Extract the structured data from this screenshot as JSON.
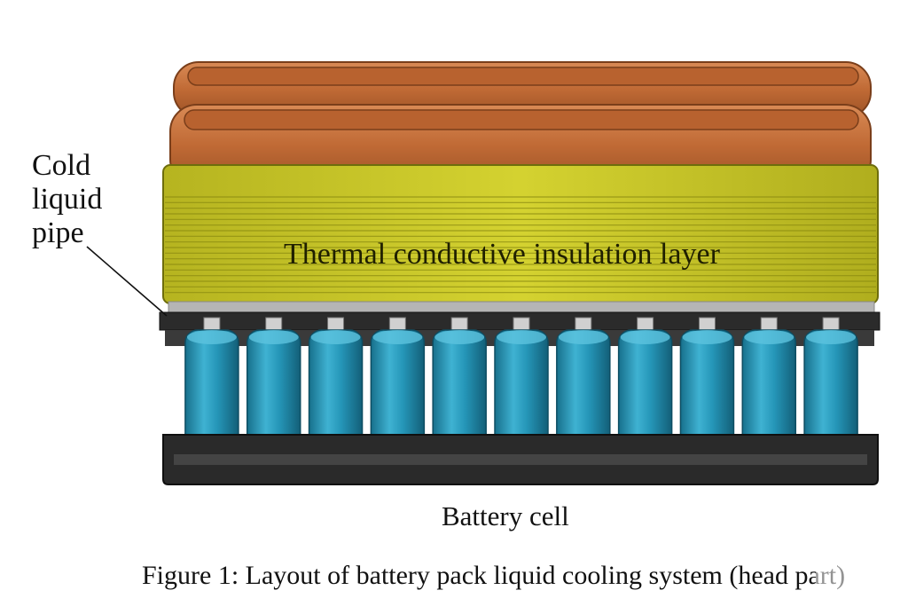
{
  "labels": {
    "cold_liquid_pipe": [
      "Cold",
      "liquid",
      "pipe"
    ],
    "insulation_layer": "Thermal conductive insulation layer",
    "battery_cell": "Battery cell"
  },
  "caption": "Figure 1: Layout of battery pack liquid cooling system (head part)",
  "battery_count": 11,
  "insulation_stripe_count": 18,
  "colors": {
    "copper_pipe": "#c9733e",
    "copper_pipe_dark": "#8f4a22",
    "insulation": "#c9c82a",
    "insulation_stripe": "#8a8a10",
    "foam": "#b8b8b8",
    "battery": "#1f8fb0",
    "battery_highlight": "#5cc3df",
    "tray": "#2b2b2b"
  }
}
